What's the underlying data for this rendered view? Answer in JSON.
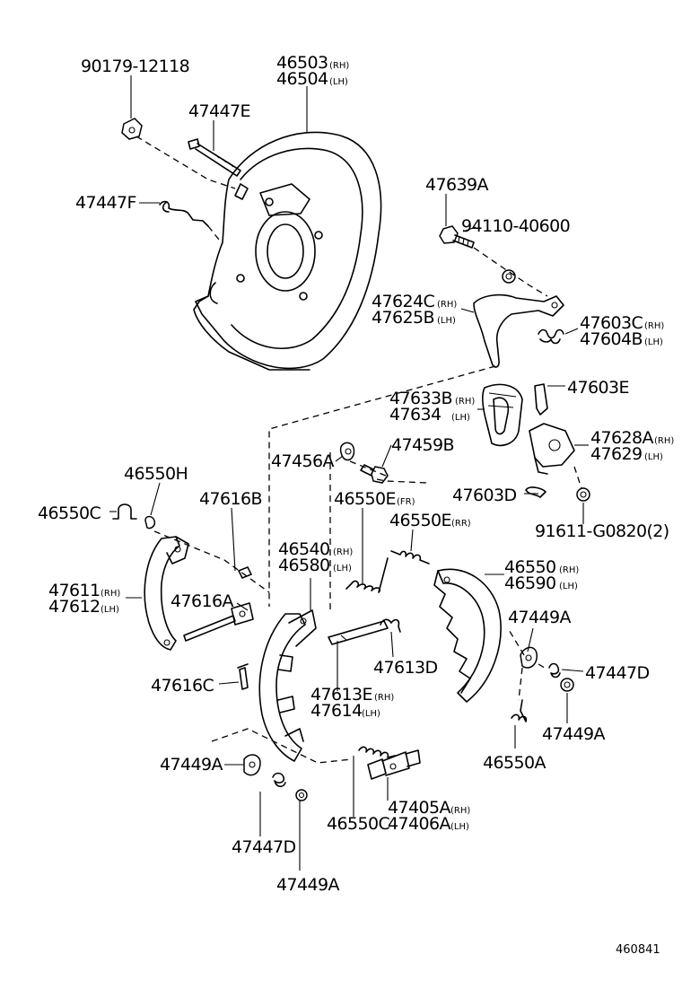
{
  "labels": {
    "l1": "90179-12118",
    "l2a": "46503",
    "l2a_s": "(RH)",
    "l2b": "46504",
    "l2b_s": "(LH)",
    "l3": "47447E",
    "l4": "47447F",
    "l5": "47639A",
    "l6": "94110-40600",
    "l7a": "47624C",
    "l7a_s": "(RH)",
    "l7b": "47625B",
    "l7b_s": "(LH)",
    "l8a": "47603C",
    "l8a_s": "(RH)",
    "l8b": "47604B",
    "l8b_s": "(LH)",
    "l9a": "47633B",
    "l9a_s": "(RH)",
    "l9b": "47634",
    "l9b_s": "(LH)",
    "l10": "47603E",
    "l11a": "47628A",
    "l11a_s": "(RH)",
    "l11b": "47629",
    "l11b_s": "(LH)",
    "l12": "47456A",
    "l13": "47459B",
    "l14": "46550H",
    "l15": "46550C",
    "l16": "47616B",
    "l17": "46550E",
    "l17_s": "(FR)",
    "l18": "47603D",
    "l19": "46550E",
    "l19_s": "(RR)",
    "l20": "91611-G0820(2)",
    "l21a": "46540",
    "l21a_s": "(RH)",
    "l21b": "46580",
    "l21b_s": "(LH)",
    "l22a": "46550",
    "l22a_s": "(RH)",
    "l22b": "46590",
    "l22b_s": "(LH)",
    "l23a": "47611",
    "l23a_s": "(RH)",
    "l23b": "47612",
    "l23b_s": "(LH)",
    "l24": "47616A",
    "l25": "47449A",
    "l26": "47613D",
    "l27": "47447D",
    "l28": "47616C",
    "l29a": "47613E",
    "l29a_s": "(RH)",
    "l29b": "47614",
    "l29b_s": "(LH)",
    "l30": "47449A",
    "l31": "46550A",
    "l32": "47449A",
    "l33a": "47405A",
    "l33a_s": "(RH)",
    "l33b": "47406A",
    "l33b_s": "(LH)",
    "l34": "47447D",
    "l35": "46550C",
    "l36": "47449A",
    "code": "460841"
  }
}
